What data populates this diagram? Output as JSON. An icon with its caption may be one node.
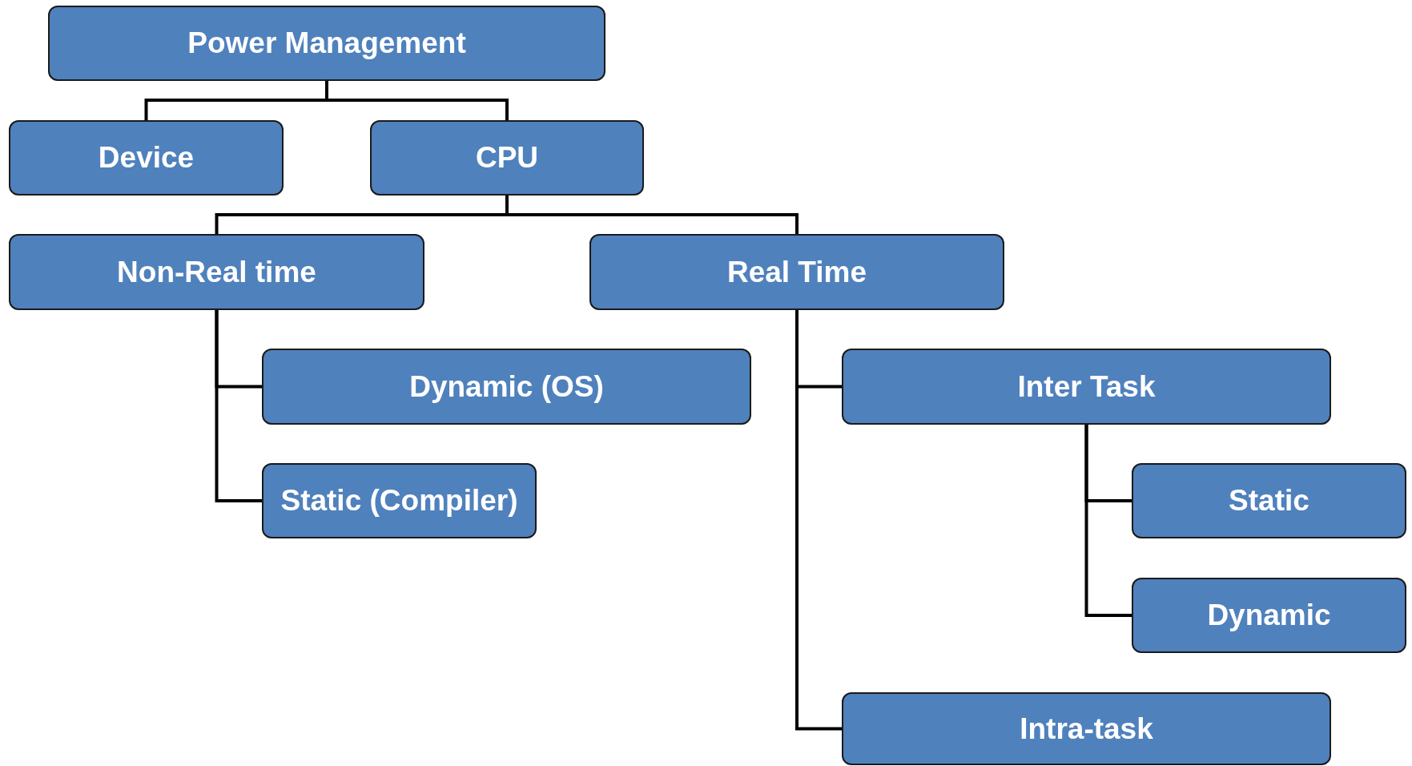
{
  "diagram": {
    "nodes": [
      {
        "text": [
          "Power Management"
        ]
      },
      {
        "text": [
          "Device"
        ]
      },
      {
        "text": [
          "CPU"
        ]
      },
      {
        "text": [
          "Non-Real time"
        ]
      },
      {
        "text": [
          "Real Time"
        ]
      },
      {
        "text": [
          "Dynamic (OS)"
        ]
      },
      {
        "text": [
          "Static (Compiler)"
        ]
      },
      {
        "text": [
          "Inter Task"
        ]
      },
      {
        "text": [
          "Static"
        ]
      },
      {
        "text": [
          "Dynamic"
        ]
      },
      {
        "text": [
          "Intra-task"
        ]
      }
    ],
    "edges": [
      {
        "from": 0,
        "to": 1,
        "arrow": "none"
      },
      {
        "from": 0,
        "to": 2,
        "arrow": "none"
      },
      {
        "from": 2,
        "to": 3,
        "arrow": "none"
      },
      {
        "from": 2,
        "to": 4,
        "arrow": "none"
      },
      {
        "from": 3,
        "to": 5,
        "arrow": "none"
      },
      {
        "from": 3,
        "to": 6,
        "arrow": "none"
      },
      {
        "from": 4,
        "to": 7,
        "arrow": "none"
      },
      {
        "from": 4,
        "to": 10,
        "arrow": "none"
      },
      {
        "from": 7,
        "to": 8,
        "arrow": "none"
      },
      {
        "from": 7,
        "to": 9,
        "arrow": "none"
      }
    ]
  }
}
